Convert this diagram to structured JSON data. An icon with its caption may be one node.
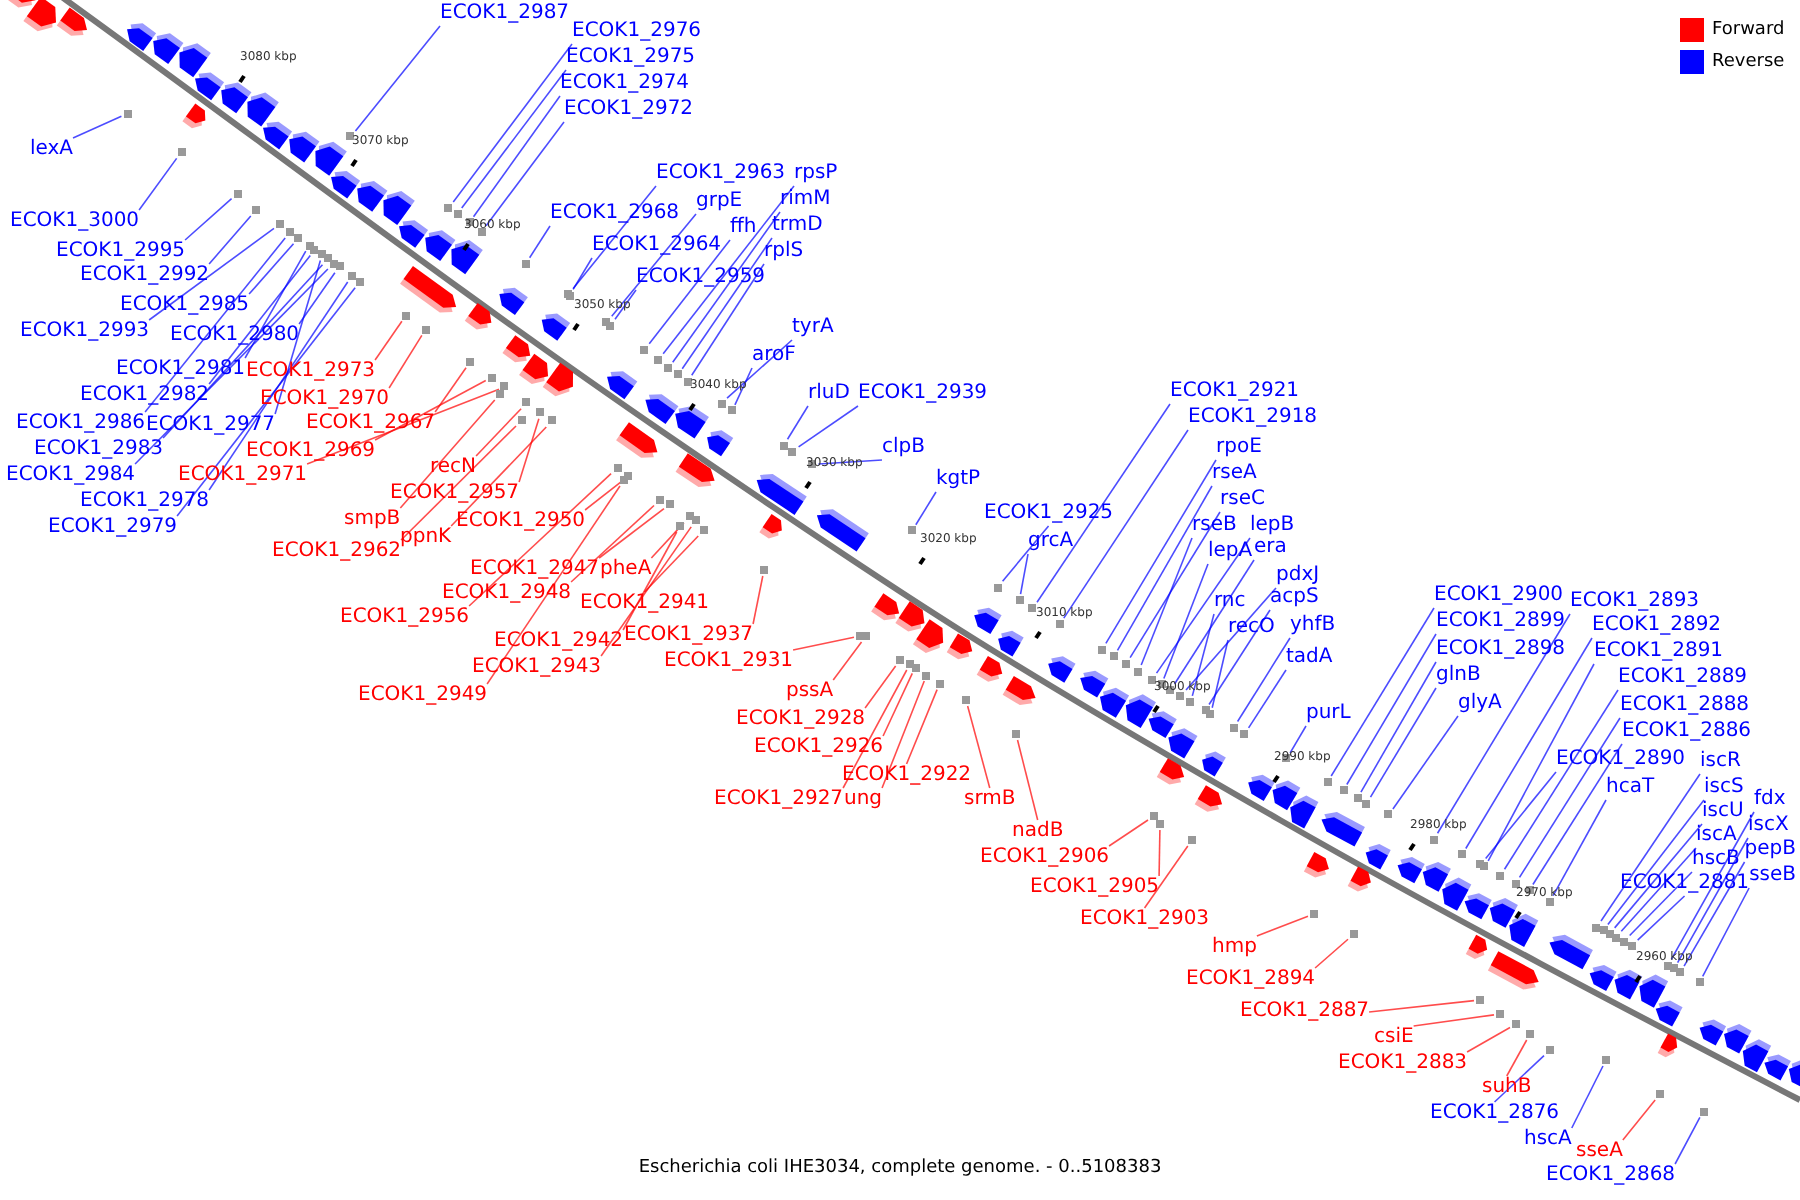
{
  "diagram": {
    "caption": "Escherichia coli IHE3034, complete genome. - 0..5108383",
    "nodes": [
      {
        "text": [
          "ECOK1_2987"
        ]
      },
      {
        "text": [
          "ECOK1_2976"
        ]
      },
      {
        "text": [
          "ECOK1_2975"
        ]
      },
      {
        "text": [
          "ECOK1_2974"
        ]
      },
      {
        "text": [
          "ECOK1_2972"
        ]
      },
      {
        "text": [
          "lexA"
        ]
      },
      {
        "text": [
          "ECOK1_3000"
        ]
      },
      {
        "text": [
          "ECOK1_2995"
        ]
      },
      {
        "text": [
          "ECOK1_2992"
        ]
      },
      {
        "text": [
          "ECOK1_2985"
        ]
      },
      {
        "text": [
          "ECOK1_2993"
        ]
      },
      {
        "text": [
          "ECOK1_2980"
        ]
      },
      {
        "text": [
          "ECOK1_2981"
        ]
      },
      {
        "text": [
          "ECOK1_2982"
        ]
      },
      {
        "text": [
          "ECOK1_2986"
        ]
      },
      {
        "text": [
          "ECOK1_2977"
        ]
      },
      {
        "text": [
          "ECOK1_2983"
        ]
      },
      {
        "text": [
          "ECOK1_2984"
        ]
      },
      {
        "text": [
          "ECOK1_2978"
        ]
      },
      {
        "text": [
          "ECOK1_2979"
        ]
      },
      {
        "text": [
          "ECOK1_2973"
        ]
      },
      {
        "text": [
          "ECOK1_2970"
        ]
      },
      {
        "text": [
          "ECOK1_2967"
        ]
      },
      {
        "text": [
          "ECOK1_2969"
        ]
      },
      {
        "text": [
          "ECOK1_2971"
        ]
      },
      {
        "text": [
          "recN"
        ]
      },
      {
        "text": [
          "ECOK1_2957"
        ]
      },
      {
        "text": [
          "smpB"
        ]
      },
      {
        "text": [
          "ppnK"
        ]
      },
      {
        "text": [
          "ECOK1_2962"
        ]
      },
      {
        "text": [
          "ECOK1_2950"
        ]
      },
      {
        "text": [
          "ECOK1_2947"
        ]
      },
      {
        "text": [
          "pheA"
        ]
      },
      {
        "text": [
          "ECOK1_2948"
        ]
      },
      {
        "text": [
          "ECOK1_2941"
        ]
      },
      {
        "text": [
          "ECOK1_2956"
        ]
      },
      {
        "text": [
          "ECOK1_2942"
        ]
      },
      {
        "text": [
          "ECOK1_2937"
        ]
      },
      {
        "text": [
          "ECOK1_2943"
        ]
      },
      {
        "text": [
          "ECOK1_2931"
        ]
      },
      {
        "text": [
          "ECOK1_2949"
        ]
      },
      {
        "text": [
          "ECOK1_2963"
        ]
      },
      {
        "text": [
          "rpsP"
        ]
      },
      {
        "text": [
          "rimM"
        ]
      },
      {
        "text": [
          "trmD"
        ]
      },
      {
        "text": [
          "rplS"
        ]
      },
      {
        "text": [
          "grpE"
        ]
      },
      {
        "text": [
          "ffh"
        ]
      },
      {
        "text": [
          "ECOK1_2968"
        ]
      },
      {
        "text": [
          "ECOK1_2964"
        ]
      },
      {
        "text": [
          "ECOK1_2959"
        ]
      },
      {
        "text": [
          "tyrA"
        ]
      },
      {
        "text": [
          "aroF"
        ]
      },
      {
        "text": [
          "rluD"
        ]
      },
      {
        "text": [
          "ECOK1_2939"
        ]
      },
      {
        "text": [
          "clpB"
        ]
      },
      {
        "text": [
          "kgtP"
        ]
      },
      {
        "text": [
          "ECOK1_2925"
        ]
      },
      {
        "text": [
          "grcA"
        ]
      },
      {
        "text": [
          "ECOK1_2921"
        ]
      },
      {
        "text": [
          "ECOK1_2918"
        ]
      },
      {
        "text": [
          "rpoE"
        ]
      },
      {
        "text": [
          "rseA"
        ]
      },
      {
        "text": [
          "rseC"
        ]
      },
      {
        "text": [
          "rseB"
        ]
      },
      {
        "text": [
          "lepB"
        ]
      },
      {
        "text": [
          "lepA"
        ]
      },
      {
        "text": [
          "era"
        ]
      },
      {
        "text": [
          "pdxJ"
        ]
      },
      {
        "text": [
          "rnc"
        ]
      },
      {
        "text": [
          "acpS"
        ]
      },
      {
        "text": [
          "recO"
        ]
      },
      {
        "text": [
          "yhfB"
        ]
      },
      {
        "text": [
          "tadA"
        ]
      },
      {
        "text": [
          "purL"
        ]
      },
      {
        "text": [
          "pssA"
        ]
      },
      {
        "text": [
          "ECOK1_2928"
        ]
      },
      {
        "text": [
          "ECOK1_2926"
        ]
      },
      {
        "text": [
          "ECOK1_2922"
        ]
      },
      {
        "text": [
          "ECOK1_2927"
        ]
      },
      {
        "text": [
          "ung"
        ]
      },
      {
        "text": [
          "srmB"
        ]
      },
      {
        "text": [
          "nadB"
        ]
      },
      {
        "text": [
          "ECOK1_2900"
        ]
      },
      {
        "text": [
          "ECOK1_2899"
        ]
      },
      {
        "text": [
          "ECOK1_2898"
        ]
      },
      {
        "text": [
          "glnB"
        ]
      },
      {
        "text": [
          "glyA"
        ]
      },
      {
        "text": [
          "ECOK1_2893"
        ]
      },
      {
        "text": [
          "ECOK1_2892"
        ]
      },
      {
        "text": [
          "ECOK1_2891"
        ]
      },
      {
        "text": [
          "ECOK1_2889"
        ]
      },
      {
        "text": [
          "ECOK1_2888"
        ]
      },
      {
        "text": [
          "ECOK1_2886"
        ]
      },
      {
        "text": [
          "ECOK1_2890"
        ]
      },
      {
        "text": [
          "hcaT"
        ]
      },
      {
        "text": [
          "iscR"
        ]
      },
      {
        "text": [
          "iscS"
        ]
      },
      {
        "text": [
          "iscU"
        ]
      },
      {
        "text": [
          "iscA"
        ]
      },
      {
        "text": [
          "hscB"
        ]
      },
      {
        "text": [
          "ECOK1_2881"
        ]
      },
      {
        "text": [
          "fdx"
        ]
      },
      {
        "text": [
          "iscX"
        ]
      },
      {
        "text": [
          "pepB"
        ]
      },
      {
        "text": [
          "sseB"
        ]
      },
      {
        "text": [
          "ECOK1_2906"
        ]
      },
      {
        "text": [
          "ECOK1_2905"
        ]
      },
      {
        "text": [
          "ECOK1_2903"
        ]
      },
      {
        "text": [
          "hmp"
        ]
      },
      {
        "text": [
          "ECOK1_2894"
        ]
      },
      {
        "text": [
          "ECOK1_2887"
        ]
      },
      {
        "text": [
          "csiE"
        ]
      },
      {
        "text": [
          "ECOK1_2883"
        ]
      },
      {
        "text": [
          "suhB"
        ]
      },
      {
        "text": [
          "ECOK1_2876"
        ]
      },
      {
        "text": [
          "hscA"
        ]
      },
      {
        "text": [
          "sseA"
        ]
      },
      {
        "text": [
          "ECOK1_2868"
        ]
      },
      {
        "text": [],
        "shape": "box"
      },
      {
        "text": [],
        "shape": "box"
      },
      {
        "text": [],
        "shape": "box"
      },
      {
        "text": [],
        "shape": "box"
      },
      {
        "text": [],
        "shape": "box"
      },
      {
        "text": [],
        "shape": "box"
      },
      {
        "text": [],
        "shape": "box"
      },
      {
        "text": [],
        "shape": "box"
      },
      {
        "text": [],
        "shape": "box"
      },
      {
        "text": [],
        "shape": "box"
      },
      {
        "text": [],
        "shape": "box"
      },
      {
        "text": [],
        "shape": "box"
      },
      {
        "text": [],
        "shape": "box"
      },
      {
        "text": [],
        "shape": "box"
      },
      {
        "text": [],
        "shape": "box"
      },
      {
        "text": [],
        "shape": "box"
      },
      {
        "text": [],
        "shape": "box"
      },
      {
        "text": [],
        "shape": "box"
      },
      {
        "text": [],
        "shape": "box"
      },
      {
        "text": [],
        "shape": "box"
      },
      {
        "text": [],
        "shape": "box"
      },
      {
        "text": [],
        "shape": "box"
      },
      {
        "text": [],
        "shape": "box"
      },
      {
        "text": [],
        "shape": "box"
      },
      {
        "text": [],
        "shape": "box"
      },
      {
        "text": [],
        "shape": "box"
      },
      {
        "text": [],
        "shape": "box"
      },
      {
        "text": [],
        "shape": "box"
      },
      {
        "text": [],
        "shape": "box"
      },
      {
        "text": [],
        "shape": "box"
      },
      {
        "text": [],
        "shape": "box"
      },
      {
        "text": [],
        "shape": "box"
      },
      {
        "text": [],
        "shape": "box"
      },
      {
        "text": [],
        "shape": "box"
      },
      {
        "text": [],
        "shape": "box"
      },
      {
        "text": [],
        "shape": "box"
      },
      {
        "text": [],
        "shape": "box"
      },
      {
        "text": [],
        "shape": "box"
      },
      {
        "text": [],
        "shape": "box"
      },
      {
        "text": [],
        "shape": "box"
      },
      {
        "text": [],
        "shape": "box"
      },
      {
        "text": [],
        "shape": "box"
      },
      {
        "text": [],
        "shape": "box"
      },
      {
        "text": [],
        "shape": "box"
      },
      {
        "text": [],
        "shape": "box"
      },
      {
        "text": [],
        "shape": "box"
      },
      {
        "text": [],
        "shape": "box"
      },
      {
        "text": [],
        "shape": "box"
      },
      {
        "text": [],
        "shape": "box"
      },
      {
        "text": [],
        "shape": "box"
      },
      {
        "text": [],
        "shape": "box"
      },
      {
        "text": [],
        "shape": "box"
      },
      {
        "text": [],
        "shape": "box"
      },
      {
        "text": [],
        "shape": "box"
      },
      {
        "text": [],
        "shape": "box"
      },
      {
        "text": [],
        "shape": "box"
      },
      {
        "text": [],
        "shape": "box"
      },
      {
        "text": [],
        "shape": "box"
      },
      {
        "text": [],
        "shape": "box"
      },
      {
        "text": [],
        "shape": "box"
      },
      {
        "text": [],
        "shape": "box"
      },
      {
        "text": [],
        "shape": "box"
      },
      {
        "text": [],
        "shape": "box"
      },
      {
        "text": [],
        "shape": "box"
      },
      {
        "text": [],
        "shape": "box"
      },
      {
        "text": [],
        "shape": "box"
      },
      {
        "text": [],
        "shape": "box"
      },
      {
        "text": [],
        "shape": "box"
      },
      {
        "text": [],
        "shape": "box"
      },
      {
        "text": [],
        "shape": "box"
      },
      {
        "text": [],
        "shape": "box"
      },
      {
        "text": [],
        "shape": "box"
      },
      {
        "text": [],
        "shape": "box"
      },
      {
        "text": [],
        "shape": "box"
      },
      {
        "text": [],
        "shape": "box"
      },
      {
        "text": [],
        "shape": "box"
      },
      {
        "text": [],
        "shape": "box"
      },
      {
        "text": [],
        "shape": "box"
      },
      {
        "text": [],
        "shape": "box"
      },
      {
        "text": [],
        "shape": "box"
      },
      {
        "text": [],
        "shape": "box"
      },
      {
        "text": [],
        "shape": "box"
      },
      {
        "text": [],
        "shape": "box"
      },
      {
        "text": [],
        "shape": "box"
      },
      {
        "text": [],
        "shape": "box"
      },
      {
        "text": [],
        "shape": "box"
      },
      {
        "text": [],
        "shape": "box"
      },
      {
        "text": [],
        "shape": "box"
      },
      {
        "text": [],
        "shape": "box"
      },
      {
        "text": [],
        "shape": "box"
      },
      {
        "text": [],
        "shape": "box"
      },
      {
        "text": [],
        "shape": "box"
      },
      {
        "text": [],
        "shape": "box"
      },
      {
        "text": [],
        "shape": "box"
      },
      {
        "text": [],
        "shape": "box"
      },
      {
        "text": [],
        "shape": "box"
      },
      {
        "text": [],
        "shape": "box"
      },
      {
        "text": [],
        "shape": "box"
      },
      {
        "text": [],
        "shape": "box"
      },
      {
        "text": [],
        "shape": "box"
      },
      {
        "text": [],
        "shape": "box"
      },
      {
        "text": [],
        "shape": "box"
      },
      {
        "text": [],
        "shape": "box"
      },
      {
        "text": [],
        "shape": "box"
      },
      {
        "text": [],
        "shape": "box"
      },
      {
        "text": [],
        "shape": "box"
      },
      {
        "text": [],
        "shape": "box"
      },
      {
        "text": [],
        "shape": "box"
      },
      {
        "text": [],
        "shape": "box"
      },
      {
        "text": [],
        "shape": "box"
      },
      {
        "text": [],
        "shape": "box"
      },
      {
        "text": [],
        "shape": "box"
      },
      {
        "text": [],
        "shape": "box"
      },
      {
        "text": [],
        "shape": "box"
      },
      {
        "text": [],
        "shape": "box"
      },
      {
        "text": [],
        "shape": "box"
      },
      {
        "text": [],
        "shape": "box"
      },
      {
        "text": [],
        "shape": "box"
      },
      {
        "text": [],
        "shape": "box"
      }
    ],
    "edges": [
      {
        "from": 0,
        "to": 119,
        "arrow": "none"
      },
      {
        "from": 1,
        "to": 120,
        "arrow": "none"
      },
      {
        "from": 2,
        "to": 121,
        "arrow": "none"
      },
      {
        "from": 3,
        "to": 122,
        "arrow": "none"
      },
      {
        "from": 4,
        "to": 123,
        "arrow": "none"
      },
      {
        "from": 5,
        "to": 124,
        "arrow": "none"
      },
      {
        "from": 6,
        "to": 125,
        "arrow": "none"
      },
      {
        "from": 7,
        "to": 126,
        "arrow": "none"
      },
      {
        "from": 8,
        "to": 127,
        "arrow": "none"
      },
      {
        "from": 9,
        "to": 128,
        "arrow": "none"
      },
      {
        "from": 10,
        "to": 129,
        "arrow": "none"
      },
      {
        "from": 11,
        "to": 130,
        "arrow": "none"
      },
      {
        "from": 12,
        "to": 131,
        "arrow": "none"
      },
      {
        "from": 13,
        "to": 132,
        "arrow": "none"
      },
      {
        "from": 14,
        "to": 133,
        "arrow": "none"
      },
      {
        "from": 15,
        "to": 134,
        "arrow": "none"
      },
      {
        "from": 16,
        "to": 135,
        "arrow": "none"
      },
      {
        "from": 17,
        "to": 136,
        "arrow": "none"
      },
      {
        "from": 18,
        "to": 137,
        "arrow": "none"
      },
      {
        "from": 19,
        "to": 138,
        "arrow": "none"
      },
      {
        "from": 20,
        "to": 139,
        "arrow": "none",
        "color": "#ff0000"
      },
      {
        "from": 21,
        "to": 140,
        "arrow": "none",
        "color": "#ff0000"
      },
      {
        "from": 22,
        "to": 141,
        "arrow": "none",
        "color": "#ff0000"
      },
      {
        "from": 23,
        "to": 142,
        "arrow": "none",
        "color": "#ff0000"
      },
      {
        "from": 24,
        "to": 143,
        "arrow": "none",
        "color": "#ff0000"
      },
      {
        "from": 25,
        "to": 144,
        "arrow": "none",
        "color": "#ff0000"
      },
      {
        "from": 26,
        "to": 145,
        "arrow": "none",
        "color": "#ff0000"
      },
      {
        "from": 27,
        "to": 146,
        "arrow": "none",
        "color": "#ff0000"
      },
      {
        "from": 28,
        "to": 147,
        "arrow": "none",
        "color": "#ff0000"
      },
      {
        "from": 29,
        "to": 148,
        "arrow": "none",
        "color": "#ff0000"
      },
      {
        "from": 30,
        "to": 149,
        "arrow": "none",
        "color": "#ff0000"
      },
      {
        "from": 31,
        "to": 150,
        "arrow": "none",
        "color": "#ff0000"
      },
      {
        "from": 32,
        "to": 151,
        "arrow": "none",
        "color": "#ff0000"
      },
      {
        "from": 33,
        "to": 152,
        "arrow": "none",
        "color": "#ff0000"
      },
      {
        "from": 34,
        "to": 153,
        "arrow": "none",
        "color": "#ff0000"
      },
      {
        "from": 35,
        "to": 154,
        "arrow": "none",
        "color": "#ff0000"
      },
      {
        "from": 36,
        "to": 155,
        "arrow": "none",
        "color": "#ff0000"
      },
      {
        "from": 37,
        "to": 156,
        "arrow": "none",
        "color": "#ff0000"
      },
      {
        "from": 38,
        "to": 157,
        "arrow": "none",
        "color": "#ff0000"
      },
      {
        "from": 39,
        "to": 158,
        "arrow": "none",
        "color": "#ff0000"
      },
      {
        "from": 40,
        "to": 159,
        "arrow": "none",
        "color": "#ff0000"
      },
      {
        "from": 41,
        "to": 160,
        "arrow": "none"
      },
      {
        "from": 42,
        "to": 161,
        "arrow": "none"
      },
      {
        "from": 43,
        "to": 162,
        "arrow": "none"
      },
      {
        "from": 44,
        "to": 163,
        "arrow": "none"
      },
      {
        "from": 45,
        "to": 164,
        "arrow": "none"
      },
      {
        "from": 46,
        "to": 165,
        "arrow": "none"
      },
      {
        "from": 47,
        "to": 166,
        "arrow": "none"
      },
      {
        "from": 48,
        "to": 167,
        "arrow": "none"
      },
      {
        "from": 49,
        "to": 168,
        "arrow": "none"
      },
      {
        "from": 50,
        "to": 169,
        "arrow": "none"
      },
      {
        "from": 51,
        "to": 170,
        "arrow": "none"
      },
      {
        "from": 52,
        "to": 171,
        "arrow": "none"
      },
      {
        "from": 53,
        "to": 172,
        "arrow": "none"
      },
      {
        "from": 54,
        "to": 173,
        "arrow": "none"
      },
      {
        "from": 55,
        "to": 174,
        "arrow": "none"
      },
      {
        "from": 56,
        "to": 175,
        "arrow": "none"
      },
      {
        "from": 57,
        "to": 176,
        "arrow": "none"
      },
      {
        "from": 58,
        "to": 177,
        "arrow": "none"
      },
      {
        "from": 59,
        "to": 178,
        "arrow": "none"
      },
      {
        "from": 60,
        "to": 179,
        "arrow": "none"
      },
      {
        "from": 61,
        "to": 180,
        "arrow": "none"
      },
      {
        "from": 62,
        "to": 181,
        "arrow": "none"
      },
      {
        "from": 63,
        "to": 182,
        "arrow": "none"
      },
      {
        "from": 64,
        "to": 183,
        "arrow": "none"
      },
      {
        "from": 65,
        "to": 184,
        "arrow": "none"
      },
      {
        "from": 66,
        "to": 185,
        "arrow": "none"
      },
      {
        "from": 67,
        "to": 186,
        "arrow": "none"
      },
      {
        "from": 68,
        "to": 187,
        "arrow": "none"
      },
      {
        "from": 69,
        "to": 188,
        "arrow": "none"
      },
      {
        "from": 70,
        "to": 189,
        "arrow": "none"
      },
      {
        "from": 71,
        "to": 190,
        "arrow": "none"
      },
      {
        "from": 72,
        "to": 191,
        "arrow": "none"
      },
      {
        "from": 73,
        "to": 192,
        "arrow": "none"
      },
      {
        "from": 74,
        "to": 193,
        "arrow": "none"
      },
      {
        "from": 75,
        "to": 194,
        "arrow": "none",
        "color": "#ff0000"
      },
      {
        "from": 76,
        "to": 195,
        "arrow": "none",
        "color": "#ff0000"
      },
      {
        "from": 77,
        "to": 196,
        "arrow": "none",
        "color": "#ff0000"
      },
      {
        "from": 78,
        "to": 197,
        "arrow": "none",
        "color": "#ff0000"
      },
      {
        "from": 79,
        "to": 198,
        "arrow": "none",
        "color": "#ff0000"
      },
      {
        "from": 80,
        "to": 199,
        "arrow": "none",
        "color": "#ff0000"
      },
      {
        "from": 81,
        "to": 200,
        "arrow": "none",
        "color": "#ff0000"
      },
      {
        "from": 82,
        "to": 201,
        "arrow": "none",
        "color": "#ff0000"
      },
      {
        "from": 83,
        "to": 202,
        "arrow": "none"
      },
      {
        "from": 84,
        "to": 203,
        "arrow": "none"
      },
      {
        "from": 85,
        "to": 204,
        "arrow": "none"
      },
      {
        "from": 86,
        "to": 205,
        "arrow": "none"
      },
      {
        "from": 87,
        "to": 206,
        "arrow": "none"
      },
      {
        "from": 88,
        "to": 207,
        "arrow": "none"
      },
      {
        "from": 89,
        "to": 208,
        "arrow": "none"
      },
      {
        "from": 90,
        "to": 209,
        "arrow": "none"
      },
      {
        "from": 91,
        "to": 210,
        "arrow": "none"
      },
      {
        "from": 92,
        "to": 211,
        "arrow": "none"
      },
      {
        "from": 93,
        "to": 212,
        "arrow": "none"
      },
      {
        "from": 94,
        "to": 213,
        "arrow": "none"
      },
      {
        "from": 95,
        "to": 214,
        "arrow": "none"
      },
      {
        "from": 96,
        "to": 215,
        "arrow": "none"
      },
      {
        "from": 97,
        "to": 216,
        "arrow": "none"
      },
      {
        "from": 98,
        "to": 217,
        "arrow": "none"
      },
      {
        "from": 99,
        "to": 218,
        "arrow": "none"
      },
      {
        "from": 100,
        "to": 219,
        "arrow": "none"
      },
      {
        "from": 101,
        "to": 220,
        "arrow": "none"
      },
      {
        "from": 102,
        "to": 221,
        "arrow": "none"
      },
      {
        "from": 103,
        "to": 222,
        "arrow": "none"
      },
      {
        "from": 104,
        "to": 223,
        "arrow": "none"
      },
      {
        "from": 105,
        "to": 224,
        "arrow": "none"
      },
      {
        "from": 106,
        "to": 225,
        "arrow": "none",
        "color": "#ff0000"
      },
      {
        "from": 107,
        "to": 226,
        "arrow": "none",
        "color": "#ff0000"
      },
      {
        "from": 108,
        "to": 227,
        "arrow": "none",
        "color": "#ff0000"
      },
      {
        "from": 109,
        "to": 228,
        "arrow": "none",
        "color": "#ff0000"
      },
      {
        "from": 110,
        "to": 229,
        "arrow": "none",
        "color": "#ff0000"
      },
      {
        "from": 111,
        "to": 230,
        "arrow": "none",
        "color": "#ff0000"
      },
      {
        "from": 112,
        "to": 231,
        "arrow": "none",
        "color": "#ff0000"
      },
      {
        "from": 113,
        "to": 232,
        "arrow": "none",
        "color": "#ff0000"
      },
      {
        "from": 114,
        "to": 233,
        "arrow": "none",
        "color": "#ff0000"
      },
      {
        "from": 115,
        "to": 234,
        "arrow": "none"
      },
      {
        "from": 116,
        "to": 235,
        "arrow": "none"
      },
      {
        "from": 117,
        "to": 236,
        "arrow": "none",
        "color": "#ff0000"
      },
      {
        "from": 118,
        "to": 237,
        "arrow": "none"
      }
    ],
    "labels": [
      "3080 kbp",
      "3070 kbp",
      "3060 kbp",
      "3050 kbp",
      "3040 kbp",
      "3030 kbp",
      "3020 kbp",
      "3010 kbp",
      "3000 kbp",
      "2990 kbp",
      "2980 kbp",
      "2970 kbp",
      "2960 kbp"
    ],
    "legend": [
      {
        "text": "Forward",
        "color": "#ff0000"
      },
      {
        "text": "Reverse",
        "color": "#0000ff"
      }
    ]
  }
}
